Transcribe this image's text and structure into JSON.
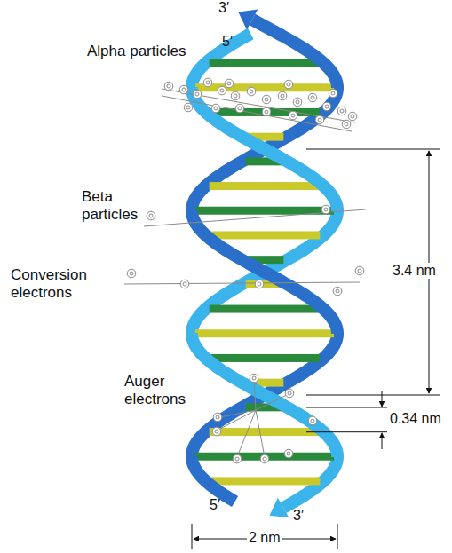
{
  "diagram": {
    "labels": [
      "3′",
      "5′",
      "Alpha particles",
      "Beta particles",
      "3.4 nm",
      "Conversion electrons",
      "Auger electrons",
      "0.34 nm",
      "5′",
      "3′",
      "2 nm"
    ]
  }
}
